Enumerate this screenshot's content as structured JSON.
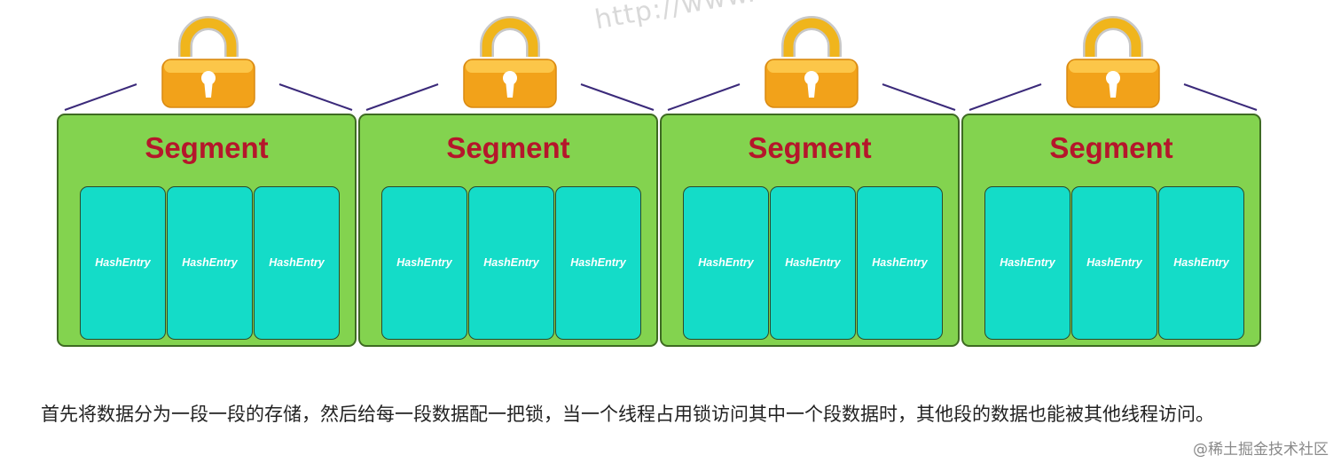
{
  "watermark": "http://www.cnblogs.c",
  "segments": [
    {
      "label": "Segment",
      "entries": [
        "HashEntry",
        "HashEntry",
        "HashEntry"
      ]
    },
    {
      "label": "Segment",
      "entries": [
        "HashEntry",
        "HashEntry",
        "HashEntry"
      ]
    },
    {
      "label": "Segment",
      "entries": [
        "HashEntry",
        "HashEntry",
        "HashEntry"
      ]
    },
    {
      "label": "Segment",
      "entries": [
        "HashEntry",
        "HashEntry",
        "HashEntry"
      ]
    }
  ],
  "caption": "首先将数据分为一段一段的存储，然后给每一段数据配一把锁，当一个线程占用锁访问其中一个段数据时，其他段的数据也能被其他线程访问。",
  "brand": "@稀土掘金技术社区",
  "colors": {
    "segment_fill": "#83d34f",
    "segment_title": "#b5162b",
    "entry_fill": "#14dcc8",
    "lock_body": "#f2a21a",
    "connector": "#3b2a7a"
  },
  "icons": [
    "lock-icon"
  ]
}
